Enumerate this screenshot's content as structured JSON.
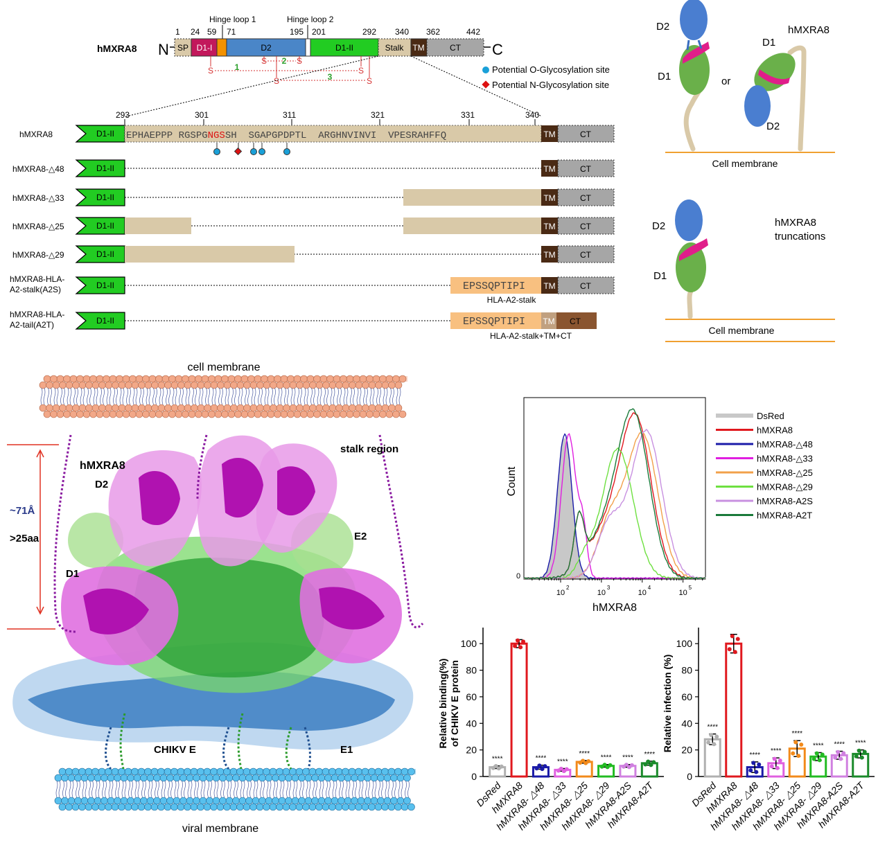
{
  "domain_map": {
    "protein": "hMXRA8",
    "n_term": "N",
    "c_term": "C",
    "hinge1": "Hinge loop 1",
    "hinge2": "Hinge loop 2",
    "positions": [
      "1",
      "24",
      "59",
      "71",
      "195",
      "201",
      "292",
      "340",
      "362",
      "442"
    ],
    "segments": {
      "sp": "SP",
      "d1i": "D1-I",
      "d2": "D2",
      "d1ii": "D1-II",
      "stalk": "Stalk",
      "tm": "TM",
      "ct": "CT"
    },
    "disulfide": {
      "s": "S",
      "b1": "1",
      "b2": "2",
      "b3": "3"
    },
    "legend_o": "Potential O-Glycosylation site",
    "legend_n": "Potential N-Glycosylation site",
    "colors": {
      "sp": "#d9c9a8",
      "d1i": "#c2185b",
      "hinge": "#f39200",
      "d2": "#4a86c8",
      "d1ii": "#22cc22",
      "stalk": "#d9c9a8",
      "tm": "#4a2a14",
      "ct": "#a6a6a6",
      "o_site": "#1aa0d8",
      "n_site": "#dd1111"
    }
  },
  "constructs": {
    "positions": [
      "293",
      "301",
      "311",
      "321",
      "331",
      "340"
    ],
    "d1ii": "D1-II",
    "tm": "TM",
    "ct": "CT",
    "seq_a": "EPHAEPPP RGSPG",
    "seq_ngs": "NGS",
    "seq_b": "SH  SGAPGPDPTL  ARGHNVINVI  VPESRAHFFQ",
    "a2_seq": "EPSSQPTIPI",
    "a2s_caption": "HLA-A2-stalk",
    "a2t_caption": "HLA-A2-stalk+TM+CT",
    "rows": [
      {
        "l1": "hMXRA8",
        "l2": ""
      },
      {
        "l1": "hMXRA8-△48",
        "l2": ""
      },
      {
        "l1": "hMXRA8-△33",
        "l2": ""
      },
      {
        "l1": "hMXRA8-△25",
        "l2": ""
      },
      {
        "l1": "hMXRA8-△29",
        "l2": ""
      },
      {
        "l1": "hMXRA8-HLA-",
        "l2": "A2-stalk(A2S)"
      },
      {
        "l1": "hMXRA8-HLA-",
        "l2": "A2-tail(A2T)"
      }
    ]
  },
  "topology": {
    "d2": "D2",
    "d1": "D1",
    "or": "or",
    "protein": "hMXRA8",
    "membrane": "Cell membrane",
    "trunc1": "hMXRA8",
    "trunc2": "truncations"
  },
  "structure": {
    "cell_membrane": "cell membrane",
    "viral_membrane": "viral membrane",
    "protein": "hMXRA8",
    "d2": "D2",
    "d1": "D1",
    "stalk": "stalk region",
    "dist": "~71Å",
    "aa": ">25aa",
    "e2": "E2",
    "e1": "E1",
    "chikv": "CHIKV E"
  },
  "chart_data": [
    {
      "type": "line",
      "xlabel": "hMXRA8",
      "ylabel": "Count",
      "x_ticks": [
        "10^2",
        "10^3",
        "10^4",
        "10^5"
      ],
      "y_ticks": [
        "0"
      ],
      "xscale": "log",
      "legend_position": "right",
      "series": [
        {
          "name": "DsRed",
          "color": "#c8c8c8",
          "filled": true,
          "peak_log": 2.1
        },
        {
          "name": "hMXRA8",
          "color": "#e0181e",
          "peak_log": 3.85
        },
        {
          "name": "hMXRA8-△48",
          "color": "#1a1aa8",
          "peak_log": 2.1
        },
        {
          "name": "hMXRA8-△33",
          "color": "#e01ee0",
          "peak_log": 2.2
        },
        {
          "name": "hMXRA8-△25",
          "color": "#f2a04a",
          "peak_log": 4.0
        },
        {
          "name": "hMXRA8-△29",
          "color": "#6ee040",
          "peak_log": 3.4
        },
        {
          "name": "hMXRA8-A2S",
          "color": "#c890e0",
          "peak_log": 4.1
        },
        {
          "name": "hMXRA8-A2T",
          "color": "#1a7a3a",
          "peak_log": 3.8
        }
      ]
    },
    {
      "type": "bar",
      "ylabel_1": "Relative binding(%)",
      "ylabel_2": "of CHIKV E protein",
      "categories": [
        "DsRed",
        "hMXRA8",
        "hMXRA8- △48",
        "hMXRA8- △33",
        "hMXRA8- △25",
        "hMXRA8- △29",
        "hMXRA8-A2S",
        "hMXRA8-A2T"
      ],
      "values": [
        7,
        100,
        7,
        5,
        11,
        8,
        8,
        10
      ],
      "errors": [
        1,
        3,
        1.5,
        1,
        1,
        1,
        1,
        1.5
      ],
      "significance": [
        "****",
        "",
        "****",
        "****",
        "****",
        "****",
        "****",
        "****"
      ],
      "colors": [
        "#b0b0b0",
        "#e0181e",
        "#1a1aa8",
        "#e060e0",
        "#f28a1a",
        "#22bb22",
        "#d080e0",
        "#1a8a2a"
      ],
      "ylim": [
        0,
        110
      ],
      "y_ticks": [
        0,
        20,
        40,
        60,
        80,
        100
      ]
    },
    {
      "type": "bar",
      "ylabel_1": "Relative infection (%)",
      "categories": [
        "DsRed",
        "hMXRA8",
        "hMXRA8- △48",
        "hMXRA8- △33",
        "hMXRA8- △25",
        "hMXRA8- △29",
        "hMXRA8-A2S",
        "hMXRA8-A2T"
      ],
      "values": [
        28,
        100,
        7,
        10,
        21,
        15,
        16,
        17
      ],
      "errors": [
        4,
        7,
        4,
        4,
        6,
        3,
        3,
        3
      ],
      "significance": [
        "****",
        "",
        "****",
        "****",
        "****",
        "****",
        "****",
        "****"
      ],
      "colors": [
        "#b0b0b0",
        "#e0181e",
        "#1a1aa8",
        "#e060e0",
        "#f28a1a",
        "#22bb22",
        "#d080e0",
        "#1a8a2a"
      ],
      "ylim": [
        0,
        110
      ],
      "y_ticks": [
        0,
        20,
        40,
        60,
        80,
        100
      ]
    }
  ]
}
